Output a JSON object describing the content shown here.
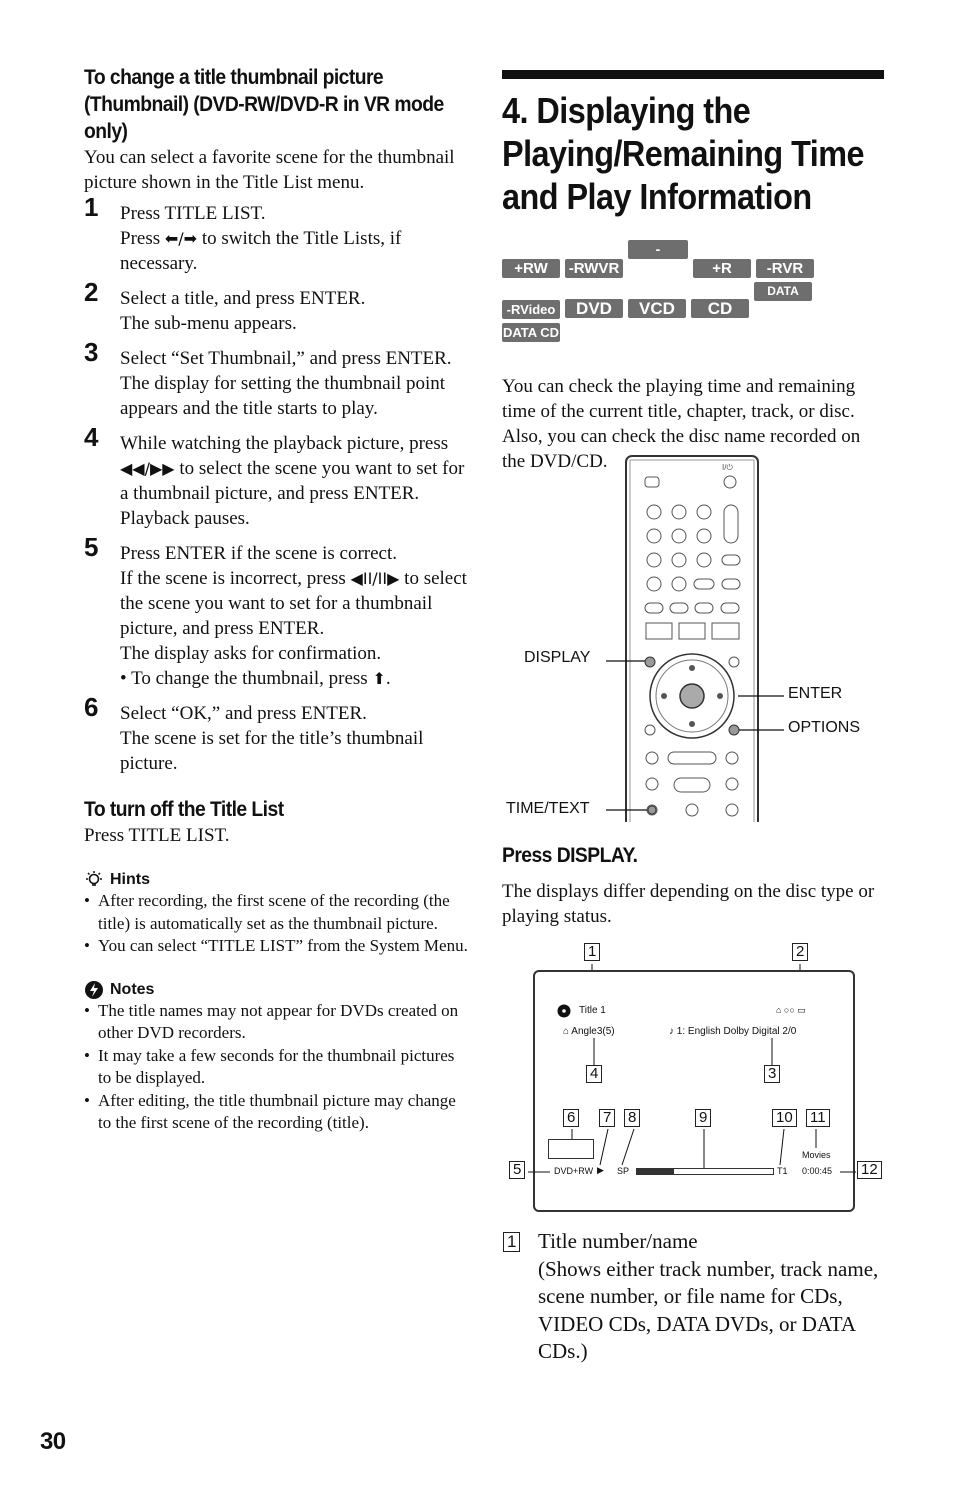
{
  "left": {
    "title1": "To change a title thumbnail picture (Thumbnail) (DVD-RW/DVD-R in VR mode only)",
    "intro": "You can select a favorite scene for the thumbnail picture shown in the Title List menu.",
    "steps": [
      {
        "num": "1",
        "line1": "Press TITLE LIST.",
        "pre": "Press ",
        "keys": "⬅/➡",
        "post": " to switch the Title Lists, if necessary."
      },
      {
        "num": "2",
        "line1": "Select a title, and press ENTER.",
        "line2": "The sub-menu appears."
      },
      {
        "num": "3",
        "line1": "Select “Set Thumbnail,” and press ENTER.",
        "line2": "The display for setting the thumbnail point appears and the title starts to play."
      },
      {
        "num": "4",
        "pre": "While watching the playback picture, press ",
        "keys": "◀◀/▶▶",
        "post": " to select the scene you want to set for a thumbnail picture, and press ENTER.",
        "line2": "Playback pauses."
      },
      {
        "num": "5",
        "line1": "Press ENTER if the scene is correct.",
        "pre": "If the scene is incorrect, press ",
        "keys": "◀II/II▶",
        "post": " to select the scene you want to set for a thumbnail picture, and press ENTER.",
        "line2": "The display asks for confirmation.",
        "bullet_pre": "To change the thumbnail, press ",
        "bullet_key": "⬆",
        "bullet_post": "."
      },
      {
        "num": "6",
        "line1": "Select “OK,” and press ENTER.",
        "line2": "The scene is set for the title’s thumbnail picture."
      }
    ],
    "title2": "To turn off the Title List",
    "title2_text": "Press TITLE LIST.",
    "hints_label": "Hints",
    "hints": [
      "After recording, the first scene of the recording (the title) is automatically set as the thumbnail picture.",
      "You can select “TITLE LIST” from the System Menu."
    ],
    "notes_label": "Notes",
    "notes": [
      "The title names may not appear for DVDs created on other DVD recorders.",
      "It may take a few seconds for the thumbnail pictures to be displayed.",
      "After editing, the title thumbnail picture may change to the first scene of the recording (title)."
    ]
  },
  "right": {
    "heading": "4. Displaying the Playing/Remaining Time and Play Information",
    "badges": [
      "+RW",
      "-RWVR",
      "-RWVideo",
      "+R",
      "-RVR",
      "-RVideo",
      "DVD",
      "VCD",
      "CD",
      "DATA DVD",
      "DATA CD"
    ],
    "intro": "You can check the playing time and remaining time of the current title, chapter, track, or disc. Also, you can check the disc name recorded on the DVD/CD.",
    "remote_labels": {
      "display": "DISPLAY",
      "enter": "ENTER",
      "options": "OPTIONS",
      "timetext": "TIME/TEXT",
      "power": "I/⏻"
    },
    "press": "Press DISPLAY.",
    "press_text": "The displays differ depending on the disc type or playing status.",
    "screen": {
      "title": "Title 1",
      "angle": "Angle3(5)",
      "audio": "1:  English  Dolby Digital 2/0",
      "disc": "DVD+RW",
      "mode": "SP",
      "track": "T1",
      "movies": "Movies",
      "time": "0:00:45"
    },
    "callouts": [
      "1",
      "2",
      "3",
      "4",
      "5",
      "6",
      "7",
      "8",
      "9",
      "10",
      "11",
      "12"
    ],
    "item1_num": "1",
    "item1_title": "Title number/name",
    "item1_text": "(Shows either track number, track name, scene number, or file name for CDs, VIDEO CDs, DATA DVDs, or DATA CDs.)"
  },
  "page_number": "30"
}
